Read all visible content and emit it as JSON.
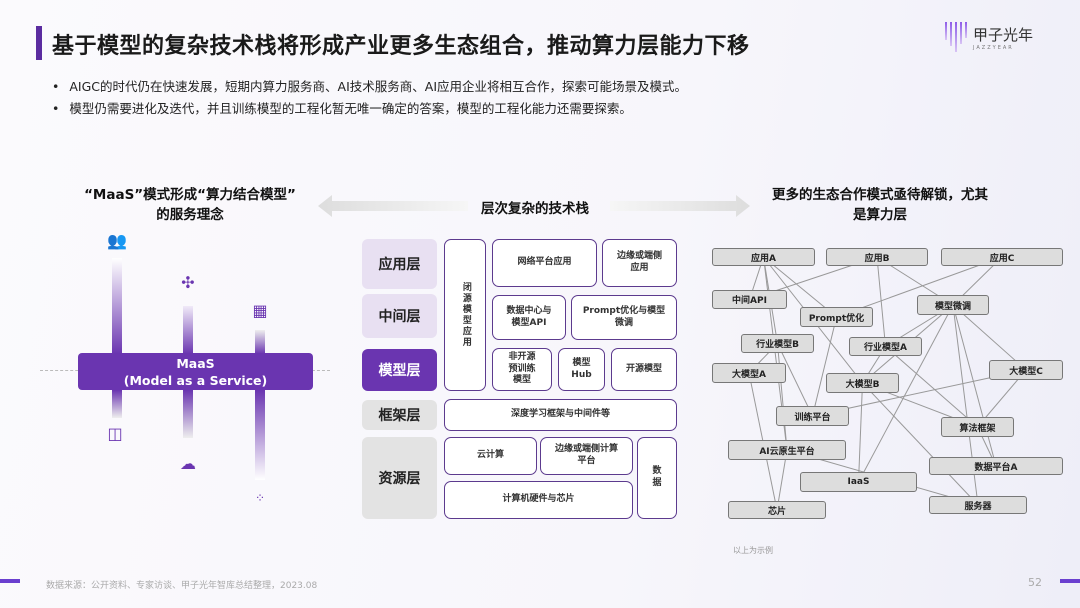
{
  "title": "基于模型的复杂技术栈将形成产业更多生态组合，推动算力层能力下移",
  "bullets": [
    "AIGC的时代仍在快速发展，短期内算力服务商、AI技术服务商、AI应用企业将相互合作，探索可能场景及模式。",
    "模型仍需要进化及迭代，并且训练模型的工程化暂无唯一确定的答案，模型的工程化能力还需要探索。"
  ],
  "logo": {
    "name": "甲子光年",
    "sub": "JAZZYEAR"
  },
  "left": {
    "heading_line1": "“MaaS”模式形成“算力结合模型”",
    "heading_line2": "的服务理念",
    "maas_line1": "MaaS",
    "maas_line2": "(Model as a Service)",
    "icons": [
      "users-icon",
      "puzzle-icon",
      "blocks-icon",
      "window-icon",
      "cloud-server-icon",
      "scatter-icon"
    ]
  },
  "center": {
    "heading": "层次复杂的技术栈",
    "layers": [
      "应用层",
      "中间层",
      "模型层",
      "框架层",
      "资源层"
    ],
    "boxes": {
      "closed": "闭源模型应用",
      "web_app": "网络平台应用",
      "edge_app": "边缘或端侧应用",
      "dc_api": "数据中心与模型API",
      "prompt": "Prompt优化与模型微调",
      "non_open": "非开源预训练模型",
      "hub": "模型Hub",
      "open": "开源模型",
      "framework": "深度学习框架与中间件等",
      "cloud": "云计算",
      "edge_compute": "边缘或端侧计算平台",
      "data": "数据",
      "hardware": "计算机硬件与芯片"
    }
  },
  "right": {
    "heading_line1": "更多的生态合作模式亟待解锁，尤其",
    "heading_line2": "是算力层",
    "note": "以上为示例",
    "nodes": [
      "应用A",
      "应用B",
      "应用C",
      "中间API",
      "Prompt优化",
      "模型微调",
      "行业模型B",
      "行业模型A",
      "大模型A",
      "大模型B",
      "大模型C",
      "训练平台",
      "算法框架",
      "AI云原生平台",
      "数据平台A",
      "IaaS",
      "服务器",
      "芯片"
    ],
    "edges": [
      [
        "应用A",
        "中间API"
      ],
      [
        "应用A",
        "Prompt优化"
      ],
      [
        "应用A",
        "行业模型B"
      ],
      [
        "应用A",
        "大模型B"
      ],
      [
        "应用A",
        "AI云原生平台"
      ],
      [
        "应用B",
        "中间API"
      ],
      [
        "应用B",
        "行业模型A"
      ],
      [
        "应用B",
        "模型微调"
      ],
      [
        "应用C",
        "Prompt优化"
      ],
      [
        "应用C",
        "模型微调"
      ],
      [
        "模型微调",
        "行业模型A"
      ],
      [
        "模型微调",
        "大模型B"
      ],
      [
        "模型微调",
        "IaaS"
      ],
      [
        "模型微调",
        "大模型C"
      ],
      [
        "模型微调",
        "服务器"
      ],
      [
        "模型微调",
        "数据平台A"
      ],
      [
        "Prompt优化",
        "训练平台"
      ],
      [
        "行业模型B",
        "大模型A"
      ],
      [
        "行业模型B",
        "训练平台"
      ],
      [
        "行业模型B",
        "AI云原生平台"
      ],
      [
        "行业模型A",
        "大模型B"
      ],
      [
        "行业模型A",
        "算法框架"
      ],
      [
        "大模型B",
        "IaaS"
      ],
      [
        "大模型B",
        "算法框架"
      ],
      [
        "大模型B",
        "服务器"
      ],
      [
        "大模型C",
        "训练平台"
      ],
      [
        "大模型C",
        "算法框架"
      ],
      [
        "AI云原生平台",
        "芯片"
      ],
      [
        "AI云原生平台",
        "服务器"
      ],
      [
        "大模型A",
        "芯片"
      ],
      [
        "算法框架",
        "数据平台A"
      ]
    ]
  },
  "footer": {
    "source": "数据来源：公开资料、专家访谈、甲子光年智库总结整理，2023.08",
    "page": "52"
  }
}
